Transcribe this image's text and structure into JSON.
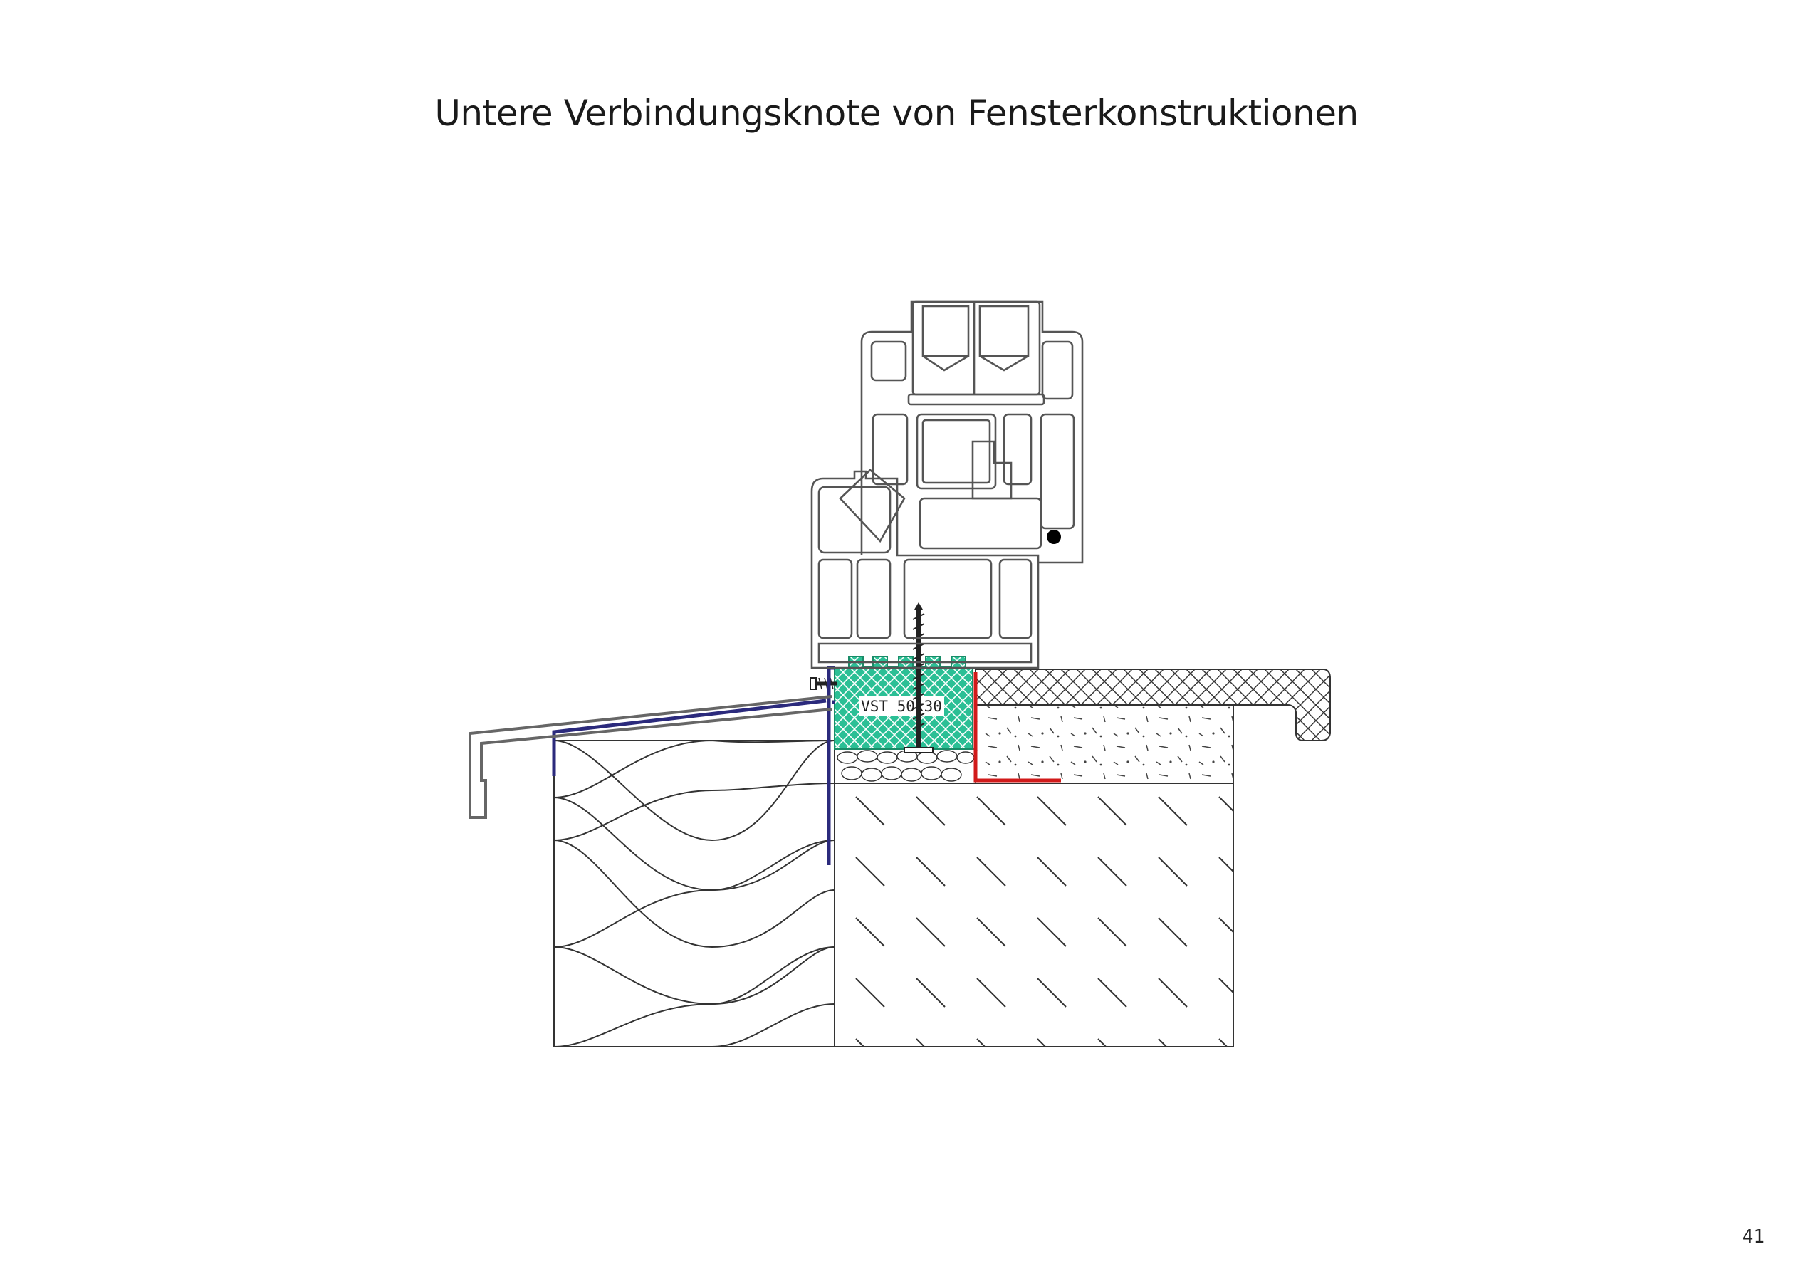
{
  "title": "Untere Verbindungsknote von Fensterkonstruktionen",
  "page_number": "41",
  "diagram": {
    "block_label": "VST 50x30"
  },
  "colors": {
    "insulation_block_fill": "#2bbf95",
    "membrane_blue": "#2b2a7c",
    "membrane_red": "#d11a1a",
    "sill_grey": "#666666",
    "line": "#333333"
  }
}
